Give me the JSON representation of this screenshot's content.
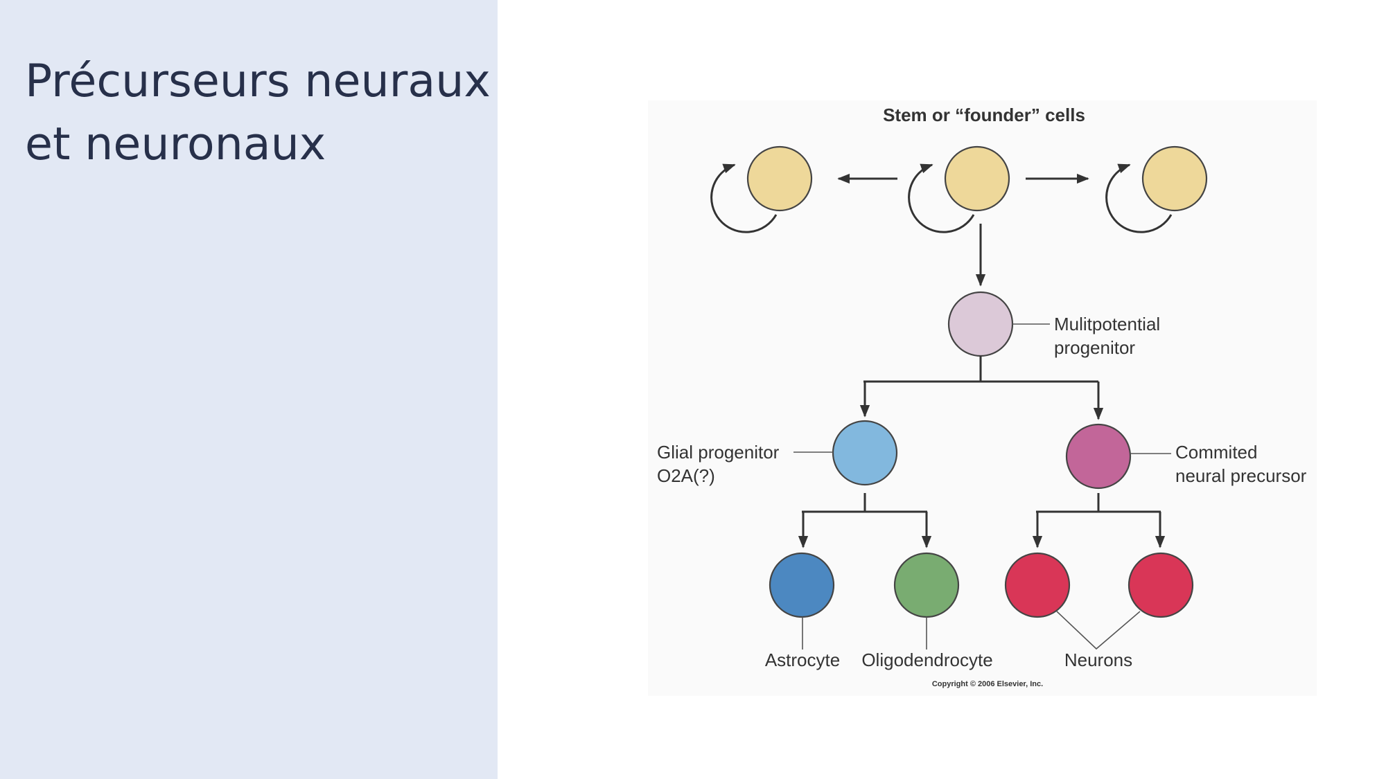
{
  "slide": {
    "title_lines": [
      "Précurseurs neuraux",
      "et neuronaux"
    ]
  },
  "diagram": {
    "title": "Stem or “founder” cells",
    "labels": {
      "multipotential": [
        "Mulitpotential",
        "progenitor"
      ],
      "glial": [
        "Glial progenitor",
        "O2A(?)"
      ],
      "committed": [
        "Commited",
        "neural precursor"
      ],
      "astrocyte": "Astrocyte",
      "oligodendrocyte": "Oligodendrocyte",
      "neurons": "Neurons"
    },
    "copyright": "Copyright © 2006 Elsevier, Inc.",
    "colors": {
      "stem": "#eed89a",
      "multipotential": "#dcc9d8",
      "glial": "#82b8de",
      "committed": "#c26699",
      "astrocyte": "#4c88c1",
      "oligodendrocyte": "#79ac71",
      "neuron": "#d93657"
    }
  }
}
